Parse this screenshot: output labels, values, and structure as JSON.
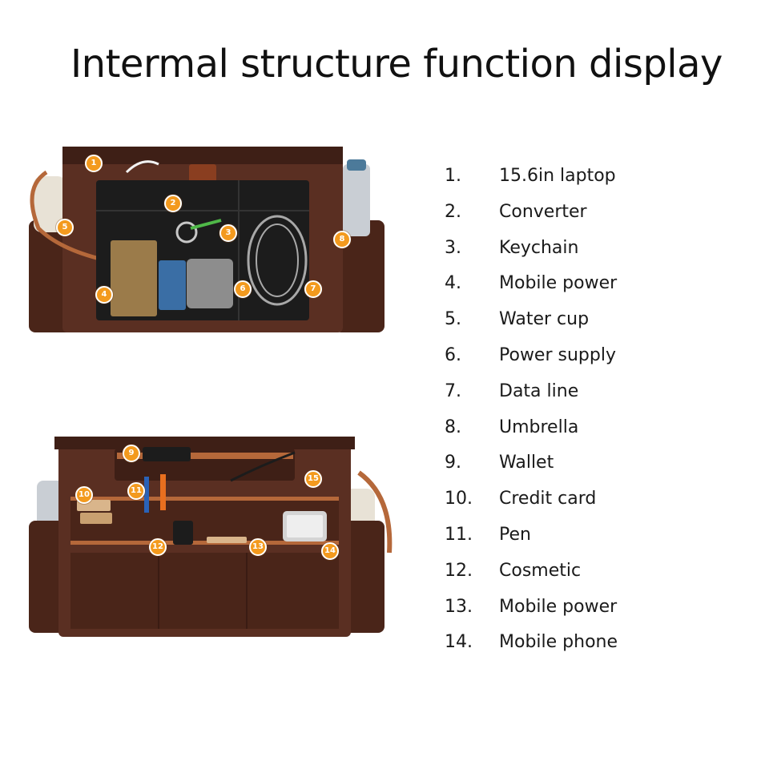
{
  "title": "Intermal structure function display",
  "colors": {
    "bag_body": "#5a2f22",
    "bag_dark": "#3e1f16",
    "leather_trim": "#b5683a",
    "badge": "#f39a1e",
    "mesh": "#1c1c1c"
  },
  "top_image": {
    "callouts": [
      "1",
      "2",
      "3",
      "4",
      "5",
      "6",
      "7",
      "8"
    ]
  },
  "bottom_image": {
    "callouts": [
      "9",
      "10",
      "11",
      "12",
      "13",
      "14",
      "15"
    ]
  },
  "legend": [
    {
      "num": "1.",
      "label": "15.6in laptop"
    },
    {
      "num": "2.",
      "label": "Converter"
    },
    {
      "num": "3.",
      "label": "Keychain"
    },
    {
      "num": "4.",
      "label": "Mobile power"
    },
    {
      "num": "5.",
      "label": "Water cup"
    },
    {
      "num": "6.",
      "label": "Power supply"
    },
    {
      "num": "7.",
      "label": "Data line"
    },
    {
      "num": "8.",
      "label": "Umbrella"
    },
    {
      "num": "9.",
      "label": "Wallet"
    },
    {
      "num": "10.",
      "label": "Credit card"
    },
    {
      "num": "11.",
      "label": "Pen"
    },
    {
      "num": "12.",
      "label": "Cosmetic"
    },
    {
      "num": "13.",
      "label": "Mobile power"
    },
    {
      "num": "14.",
      "label": "Mobile phone"
    }
  ]
}
